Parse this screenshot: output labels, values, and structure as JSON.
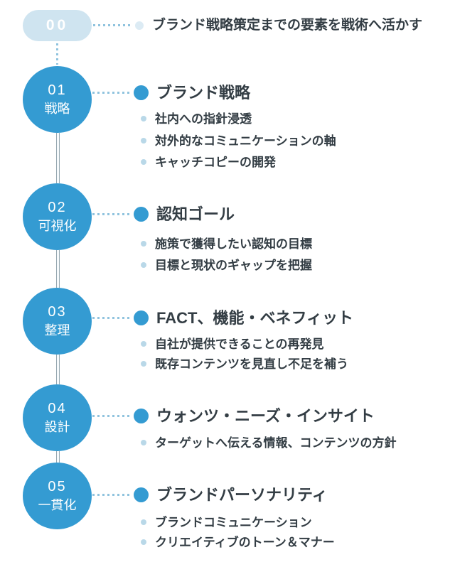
{
  "palette": {
    "circle_blue": "#349bd2",
    "pill_light_blue": "#cfe4f0",
    "dotted_line_blue": "#8fc3de",
    "intro_end_dot": "#dcebf4",
    "list_bullet_blue": "#b9d8e8",
    "text_dark": "#333d44"
  },
  "intro": {
    "number": "00",
    "text": "ブランド戦略策定までの要素を戦術へ活かす"
  },
  "steps": [
    {
      "number": "01",
      "label": "戦略",
      "heading": "ブランド戦略",
      "items": [
        "社内への指針浸透",
        "対外的なコミュニケーションの軸",
        "キャッチコピーの開発"
      ]
    },
    {
      "number": "02",
      "label": "可視化",
      "heading": "認知ゴール",
      "items": [
        "施策で獲得したい認知の目標",
        "目標と現状のギャップを把握"
      ]
    },
    {
      "number": "03",
      "label": "整理",
      "heading": "FACT、機能・ベネフィット",
      "items": [
        "自社が提供できることの再発見",
        "既存コンテンツを見直し不足を補う"
      ]
    },
    {
      "number": "04",
      "label": "設計",
      "heading": "ウォンツ・ニーズ・インサイト",
      "items": [
        "ターゲットへ伝える情報、コンテンツの方針"
      ]
    },
    {
      "number": "05",
      "label": "一貫化",
      "heading": "ブランドパーソナリティ",
      "items": [
        "ブランドコミュニケーション",
        "クリエイティブのトーン＆マナー"
      ]
    }
  ]
}
